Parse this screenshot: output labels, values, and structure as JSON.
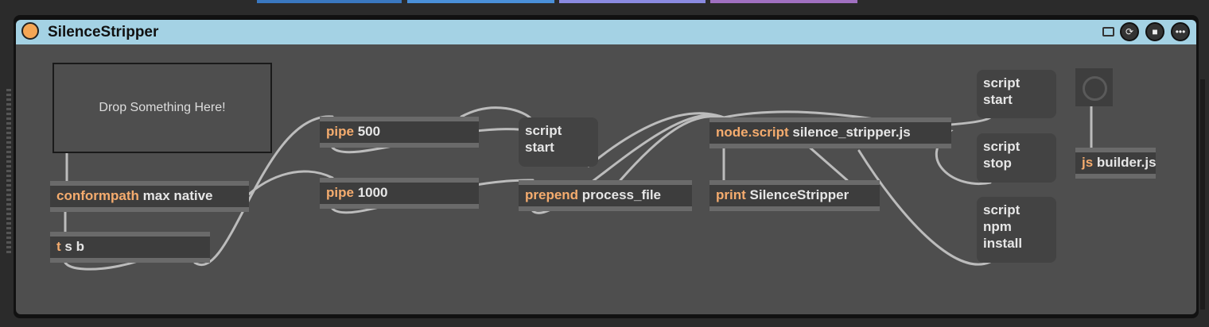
{
  "device": {
    "title": "SilenceStripper",
    "colors": {
      "title_bar": "#a4d2e4",
      "dot": "#f4a655",
      "accent_class": "#f5ac6e"
    }
  },
  "title_icons": [
    "freeze-icon",
    "refresh-icon",
    "save-icon",
    "more-icon"
  ],
  "drop": {
    "label": "Drop Something Here!"
  },
  "objects": {
    "conformpath": {
      "cls": "conformpath",
      "args": "max native"
    },
    "tsb": {
      "cls": "t",
      "args": "s b"
    },
    "pipe500": {
      "cls": "pipe",
      "args": "500"
    },
    "pipe1000": {
      "cls": "pipe",
      "args": "1000"
    },
    "prepend": {
      "cls": "prepend",
      "args": "process_file"
    },
    "node": {
      "cls": "node.script",
      "args": "silence_stripper.js"
    },
    "print": {
      "cls": "print",
      "args": "SilenceStripper"
    },
    "js": {
      "cls": "js",
      "args": "builder.js"
    }
  },
  "messages": {
    "start1": [
      "script",
      "start"
    ],
    "start2": [
      "script",
      "start"
    ],
    "stop": [
      "script",
      "stop"
    ],
    "npm": [
      "script",
      "npm",
      "install"
    ]
  }
}
